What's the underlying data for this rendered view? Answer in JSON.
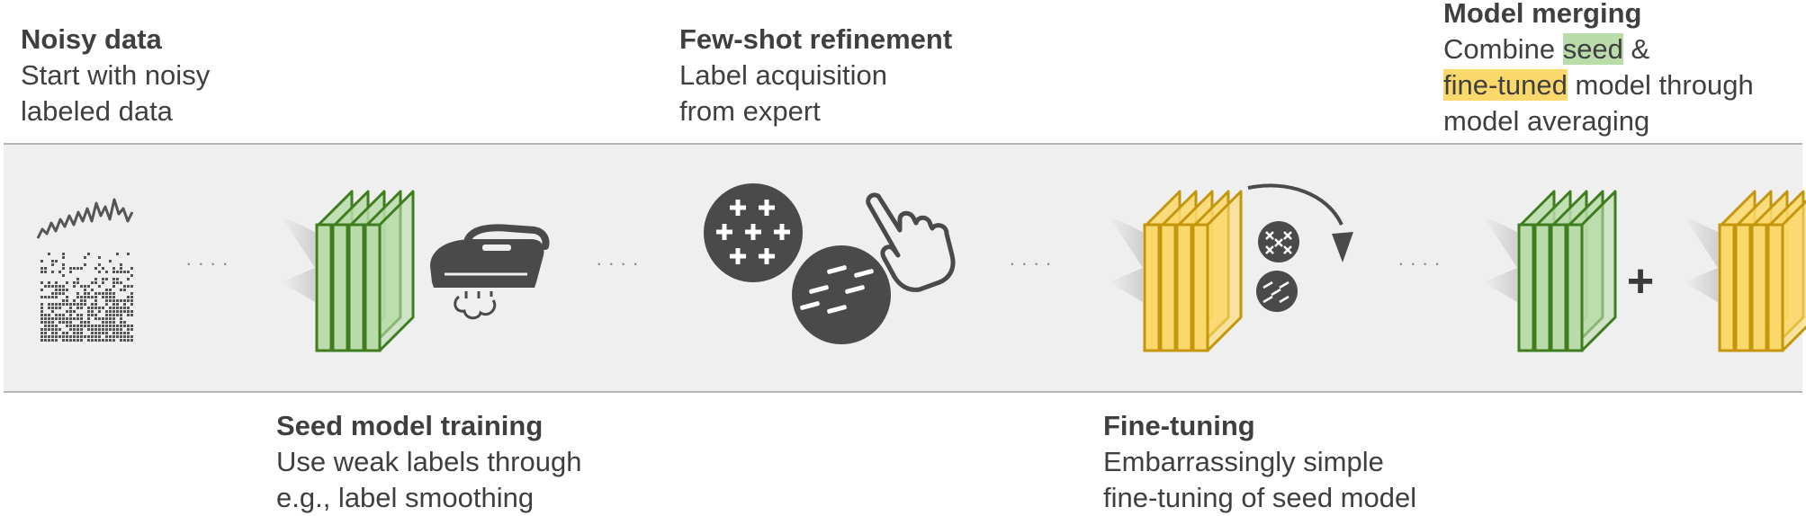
{
  "stages": {
    "noisy_data": {
      "title": "Noisy data",
      "lines": [
        "Start with noisy",
        "labeled data"
      ]
    },
    "few_shot": {
      "title": "Few-shot refinement",
      "lines": [
        "Label acquisition",
        "from expert"
      ]
    },
    "model_merging": {
      "title": "Model merging",
      "line1_pre": "Combine ",
      "line1_hl": "seed",
      "line1_post": " &",
      "line2_hl": "fine-tuned",
      "line2_post": " model through",
      "line3": "model averaging"
    },
    "seed_training": {
      "title": "Seed model training",
      "lines": [
        "Use weak labels through",
        "e.g., label smoothing"
      ]
    },
    "fine_tuning": {
      "title": "Fine-tuning",
      "lines": [
        "Embarrassingly simple",
        "fine-tuning of seed model"
      ]
    }
  },
  "symbols": {
    "plus": "+",
    "separator": "· · · ·"
  },
  "icons": [
    "noisy-signal-icon",
    "seed-model-icon",
    "iron-icon",
    "expert-label-icon",
    "pointing-hand-icon",
    "fine-tuned-model-icon",
    "label-circles-icon",
    "curved-arrow-icon"
  ],
  "colors": {
    "green_fill": "#b9dcaa",
    "green_stroke": "#3f7d1f",
    "yellow_fill": "#fbd86b",
    "yellow_stroke": "#c4960c",
    "dark": "#4a4a4a",
    "band": "#efefef"
  }
}
